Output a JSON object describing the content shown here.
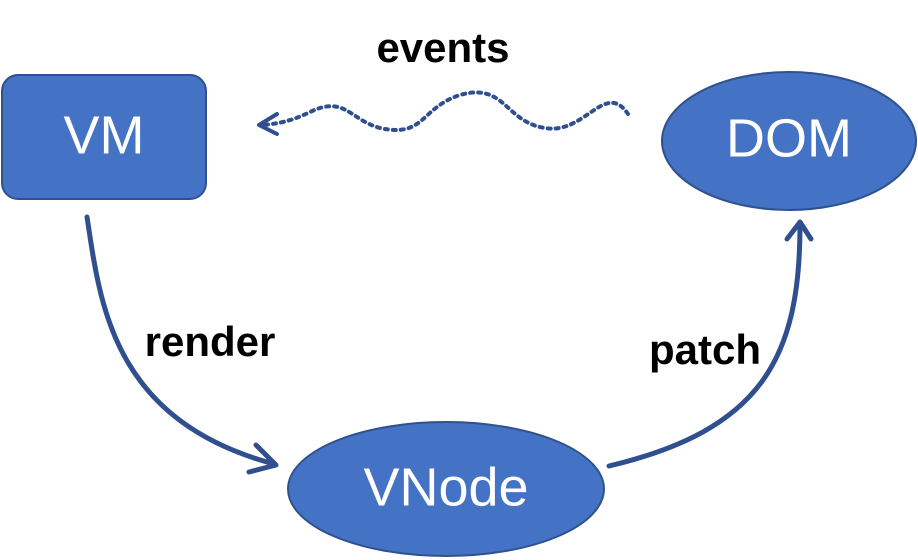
{
  "nodes": {
    "vm": {
      "label": "VM"
    },
    "dom": {
      "label": "DOM"
    },
    "vnode": {
      "label": "VNode"
    }
  },
  "edges": {
    "render": {
      "label": "render"
    },
    "patch": {
      "label": "patch"
    },
    "events": {
      "label": "events"
    }
  },
  "colors": {
    "node_fill": "#4472C4",
    "node_stroke": "#2F528F",
    "arrow": "#2F4F8F",
    "text_on_node": "#FFFFFF",
    "edge_text": "#000000"
  }
}
